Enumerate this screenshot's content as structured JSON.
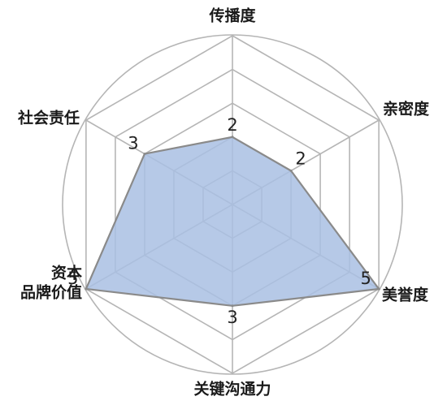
{
  "chart_data": {
    "type": "radar",
    "title": "",
    "axes": [
      {
        "lines": [
          "传播度"
        ]
      },
      {
        "lines": [
          "亲密度"
        ]
      },
      {
        "lines": [
          "美誉度"
        ]
      },
      {
        "lines": [
          "关键沟通力"
        ]
      },
      {
        "lines": [
          "资本",
          "品牌价值"
        ]
      },
      {
        "lines": [
          "社会责任"
        ]
      }
    ],
    "series": [
      {
        "values": [
          2,
          2,
          5,
          3,
          5,
          3
        ]
      }
    ],
    "value_labels": [
      "2",
      "2",
      "5",
      "3",
      "5",
      "3"
    ],
    "rmax": 5,
    "levels": 5,
    "grid": true,
    "outer_circle": true,
    "colors": {
      "fill": "#a9bfe3",
      "fill_opacity": "0.85",
      "outline": "#8a8a8a",
      "grid": "#b5b5b5"
    }
  }
}
